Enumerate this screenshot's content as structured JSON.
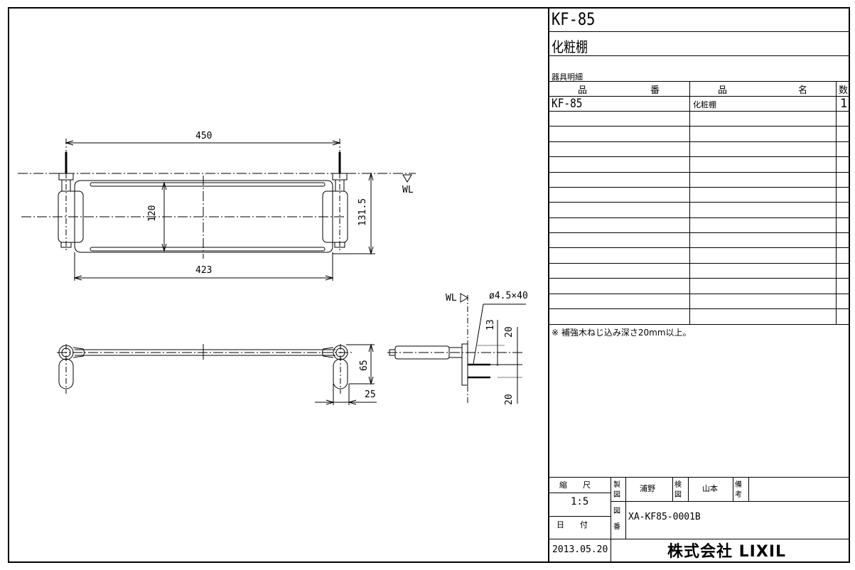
{
  "title_block": {
    "model": "KF-85",
    "product_name": "化粧棚",
    "parts_list_title": "器具明細",
    "parts_table": {
      "headers": {
        "part_no_a": "品",
        "part_no_b": "番",
        "part_name_a": "品",
        "part_name_b": "名",
        "qty": "数"
      },
      "rows": [
        {
          "part_no": "KF-85",
          "part_name": "化粧棚",
          "qty": "1"
        }
      ],
      "empty_row_count": 14
    },
    "note": "※ 補強木ねじ込み深さ20mm以上。",
    "scale_label": "縮　　尺",
    "scale_value": "1:5",
    "date_label": "日　　付",
    "date_value": "2013.05.20",
    "drawn_label_a": "製",
    "drawn_label_b": "図",
    "drawn_by": "浦野",
    "checked_label_a": "検",
    "checked_label_b": "図",
    "checked_by": "山本",
    "remarks_label_a": "備",
    "remarks_label_b": "考",
    "drawing_no_label_a": "図",
    "drawing_no_label_b": "番",
    "drawing_no": "XA-KF85-0001B",
    "company": "株式会社 LIXIL"
  },
  "drawing": {
    "front_view": {
      "overall_width": "450",
      "inner_width": "423",
      "depth": "120",
      "height_from_wl": "131.5",
      "wl_label": "WL"
    },
    "top_view": {
      "bracket_height": "65",
      "bracket_offset": "25"
    },
    "side_view": {
      "wl_label": "WL",
      "screw_spec": "ø4.5×40",
      "dim_13": "13",
      "dim_20_top": "20",
      "dim_20_bottom": "20"
    }
  },
  "colors": {
    "line": "#000000",
    "background": "#ffffff",
    "gray_line": "#808080"
  }
}
